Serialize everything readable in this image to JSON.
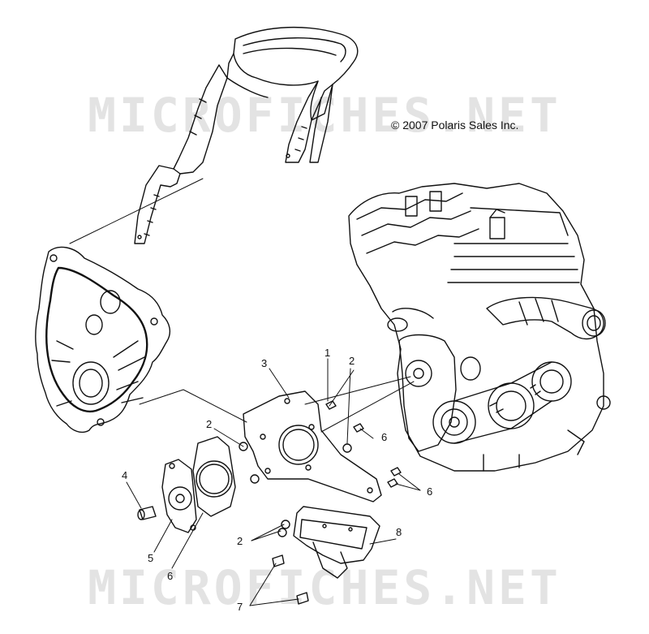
{
  "watermark": {
    "text": "MICROFICHES.NET"
  },
  "copyright": {
    "text": "© 2007 Polaris Sales Inc."
  },
  "callouts": [
    {
      "id": "c1",
      "label": "1"
    },
    {
      "id": "c2a",
      "label": "2"
    },
    {
      "id": "c2b",
      "label": "2"
    },
    {
      "id": "c2c",
      "label": "2"
    },
    {
      "id": "c3",
      "label": "3"
    },
    {
      "id": "c4",
      "label": "4"
    },
    {
      "id": "c5",
      "label": "5"
    },
    {
      "id": "c6a",
      "label": "6"
    },
    {
      "id": "c6b",
      "label": "6"
    },
    {
      "id": "c6c",
      "label": "6"
    },
    {
      "id": "c7",
      "label": "7"
    },
    {
      "id": "c8",
      "label": "8"
    }
  ],
  "colors": {
    "line": "#111111",
    "watermark": "#e3e3e3",
    "background": "#ffffff"
  }
}
